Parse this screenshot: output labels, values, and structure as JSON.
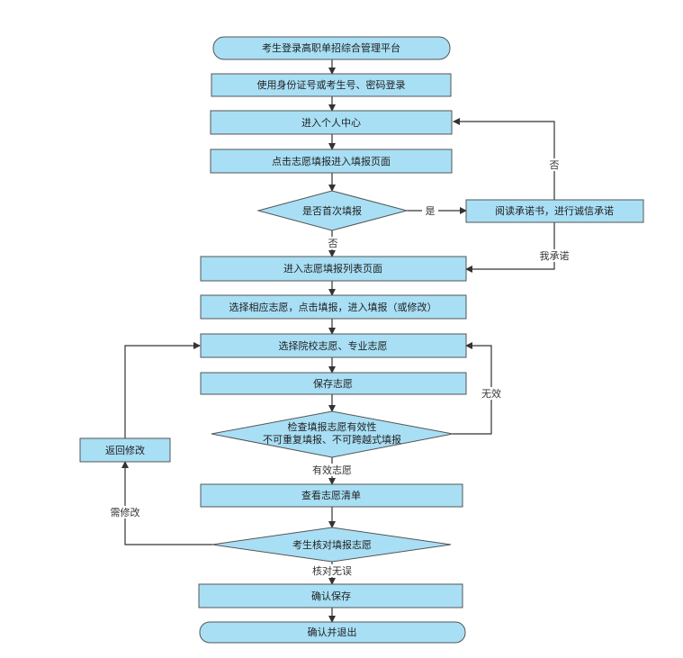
{
  "colors": {
    "fill": "#a8dff5",
    "stroke": "#555555",
    "line": "#333333",
    "text": "#222222"
  },
  "nodes": {
    "start": "考生登录高职单招综合管理平台",
    "login": "使用身份证号或考生号、密码登录",
    "personal_center": "进入个人中心",
    "click_fill": "点击志愿填报进入填报页面",
    "first_time": "是否首次填报",
    "read_promise": "阅读承诺书，进行诚信承诺",
    "list_page": "进入志愿填报列表页面",
    "select_volunteer": "选择相应志愿，点击填报，进入填报（或修改）",
    "select_school": "选择院校志愿、专业志愿",
    "save": "保存志愿",
    "check_line1": "检查填报志愿有效性",
    "check_line2": "不可重复填报、不可跨越式填报",
    "view_list": "查看志愿清单",
    "verify": "考生核对填报志愿",
    "back_modify": "返回修改",
    "confirm_save": "确认保存",
    "confirm_exit": "确认并退出"
  },
  "edge_labels": {
    "yes": "是",
    "no_first": "否",
    "no_promise": "否",
    "i_promise": "我承诺",
    "invalid": "无效",
    "valid": "有效志愿",
    "need_modify": "需修改",
    "verified_ok": "核对无误"
  }
}
